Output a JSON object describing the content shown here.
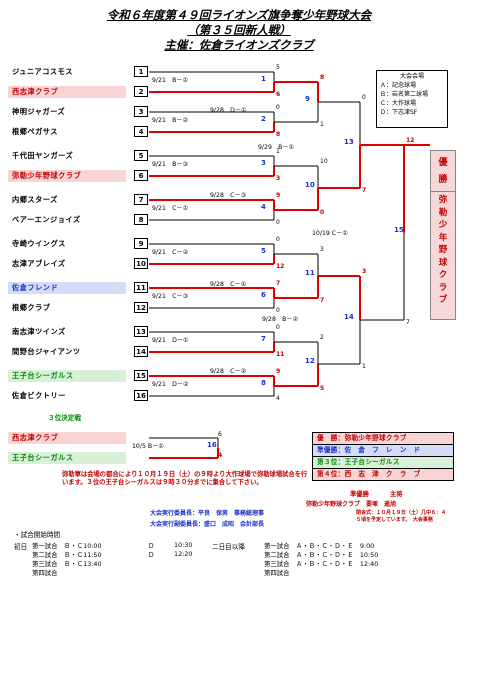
{
  "header": {
    "title": "令和６年度第４９回ライオンズ旗争奪少年野球大会",
    "subtitle": "（第３５回新人戦）",
    "host": "主催：佐倉ライオンズクラブ"
  },
  "teams": [
    {
      "name": "ジュニアコスモス",
      "seed": "1",
      "color": "none"
    },
    {
      "name": "西志津クラブ",
      "seed": "2",
      "color": "red"
    },
    {
      "name": "神明ジャガーズ",
      "seed": "3",
      "color": "none"
    },
    {
      "name": "根郷ペガサス",
      "seed": "4",
      "color": "none"
    },
    {
      "name": "千代田ヤンガーズ",
      "seed": "5",
      "color": "none"
    },
    {
      "name": "弥勒少年野球クラブ",
      "seed": "6",
      "color": "red"
    },
    {
      "name": "内郷スターズ",
      "seed": "7",
      "color": "none"
    },
    {
      "name": "ベアーエンジョイズ",
      "seed": "8",
      "color": "none"
    },
    {
      "name": "寺崎ウイングス",
      "seed": "9",
      "color": "none"
    },
    {
      "name": "志津アブレイズ",
      "seed": "10",
      "color": "none"
    },
    {
      "name": "佐倉フレンド",
      "seed": "11",
      "color": "blue"
    },
    {
      "name": "根郷クラブ",
      "seed": "12",
      "color": "none"
    },
    {
      "name": "南志津ツインズ",
      "seed": "13",
      "color": "none"
    },
    {
      "name": "間野台ジャイアンツ",
      "seed": "14",
      "color": "none"
    },
    {
      "name": "王子台シーガルス",
      "seed": "15",
      "color": "green"
    },
    {
      "name": "佐倉ビクトリー",
      "seed": "16",
      "color": "none"
    }
  ],
  "r1_games": [
    {
      "date": "9/21　B－①",
      "num": "1",
      "s1": "5",
      "s2": "6"
    },
    {
      "date": "9/21　B－②",
      "num": "2",
      "s1": "0",
      "s2": "8"
    },
    {
      "date": "9/21　B－③",
      "num": "3",
      "s1": "1",
      "s2": "3"
    },
    {
      "date": "9/21　C－①",
      "num": "4",
      "s1": "9",
      "s2": "0"
    },
    {
      "date": "9/21　C－②",
      "num": "5",
      "s1": "0",
      "s2": "12"
    },
    {
      "date": "9/21　C－③",
      "num": "6",
      "s1": "7",
      "s2": "0"
    },
    {
      "date": "9/21　D－①",
      "num": "7",
      "s1": "0",
      "s2": "11"
    },
    {
      "date": "9/21　D－②",
      "num": "8",
      "s1": "9",
      "s2": "4"
    }
  ],
  "r2_games": [
    {
      "date": "9/28　D－①",
      "num": "9",
      "s1": "8",
      "s2": "1"
    },
    {
      "date": "9/28　C－③",
      "num": "10",
      "s1": "10",
      "s2": "0"
    },
    {
      "date": "9/28　C－①",
      "num": "11",
      "s1": "3",
      "s2": "7"
    },
    {
      "date": "9/28　C－②",
      "num": "12",
      "s1": "2",
      "s2": "5"
    }
  ],
  "r3_games": [
    {
      "date": "9/29　B－①",
      "num": "13",
      "s1": "0",
      "s2": "7"
    },
    {
      "date": "9/28　B－②",
      "num": "14",
      "s1": "3",
      "s2": "1"
    }
  ],
  "final": {
    "date": "10/19 C－①",
    "num": "15",
    "s1": "12",
    "s2": "7"
  },
  "venues": {
    "title": "大会会場",
    "items": [
      "Ａ：記念球場",
      "Ｂ：岩名第二球場",
      "Ｃ：大作球場",
      "Ｄ：下志津SF"
    ]
  },
  "champion": {
    "label_chars": [
      "優",
      "勝"
    ],
    "name_chars": [
      "弥",
      "勒",
      "少",
      "年",
      "野",
      "球",
      "ク",
      "ラ",
      "ブ"
    ]
  },
  "third_place": {
    "heading": "３位決定戦",
    "team1": "西志津クラブ",
    "team2": "王子台シーガルス",
    "date": "10/5 B－①",
    "num": "16",
    "s1": "6",
    "s2": "4"
  },
  "results": [
    {
      "text": "優　勝：弥勒少年野球クラブ",
      "color": "#c00000",
      "bg": "#f8d4d4"
    },
    {
      "text": "準優勝：佐　倉　フ　レ　ン　ド",
      "color": "#1a2fc8",
      "bg": "#d4dcf8"
    },
    {
      "text": "第３位：王子台シーガルス",
      "color": "#078a07",
      "bg": "#d8f0d8"
    },
    {
      "text": "第４位：西　志　津　ク　ラ　ブ",
      "color": "#c00000",
      "bg": "#f8d4d4"
    }
  ],
  "notice": "弥勒軍は会場の都合により１０月１９日（土）の９時より大作球場で弥勒球場試合を行います。３位の王子台シーガルスは９時３０分までに集合して下さい。",
  "officials": {
    "line1": "大会実行委員長：平良　保男　事務総理事",
    "line2": "大会実行副委員長：盛口　成昭　会計部長",
    "winner_label": "準優勝",
    "winner_host": "主将",
    "winner_team": "弥勒少年野球クラブ　要塚　遥旭",
    "closing": "閉会式：１０月１９日（土）几中６：４５頃を予定しています。　大会事務"
  },
  "schedule": {
    "heading": "・試合開始時間",
    "day1_label": "初日",
    "day1_rows": [
      {
        "game": "第一試合　Ｂ・Ｃ10:00",
        "d": "Ｄ",
        "dtime": "10:30"
      },
      {
        "game": "第二試合　Ｂ・Ｃ11:50",
        "d": "Ｄ",
        "dtime": "12:20"
      },
      {
        "game": "第三試合　Ｂ・Ｃ13:40",
        "d": "",
        "dtime": ""
      },
      {
        "game": "第四試合",
        "d": "",
        "dtime": ""
      }
    ],
    "day2_label": "二日目以降",
    "day2_rows": [
      {
        "game": "第一試合　Ａ・Ｂ・Ｃ・Ｄ・Ｅ　9:00"
      },
      {
        "game": "第二試合　Ａ・Ｂ・Ｃ・Ｄ・Ｅ　10:50"
      },
      {
        "game": "第三試合　Ａ・Ｂ・Ｃ・Ｄ・Ｅ　12:40"
      },
      {
        "game": "第四試合"
      }
    ]
  }
}
